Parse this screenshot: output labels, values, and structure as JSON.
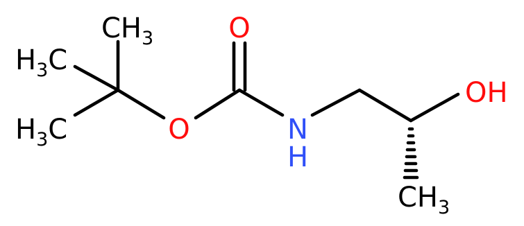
{
  "molecule": {
    "atoms": {
      "o_carbonyl": {
        "symbol": "O"
      },
      "o_ester": {
        "symbol": "O"
      },
      "nitrogen": {
        "symbol": "N",
        "hydrogen": "H"
      },
      "hydroxyl": {
        "text": "OH"
      },
      "methyl_top": {
        "main": "CH",
        "sub": "3"
      },
      "methyl_upper_left": {
        "prefix": "H",
        "sub": "3",
        "suffix": "C"
      },
      "methyl_lower_left": {
        "prefix": "H",
        "sub": "3",
        "suffix": "C"
      },
      "methyl_bottom": {
        "main": "CH",
        "sub": "3"
      }
    },
    "colors": {
      "oxygen": "#ff0d0d",
      "nitrogen": "#3050f8",
      "carbon": "#000000",
      "bond": "#000000"
    }
  }
}
